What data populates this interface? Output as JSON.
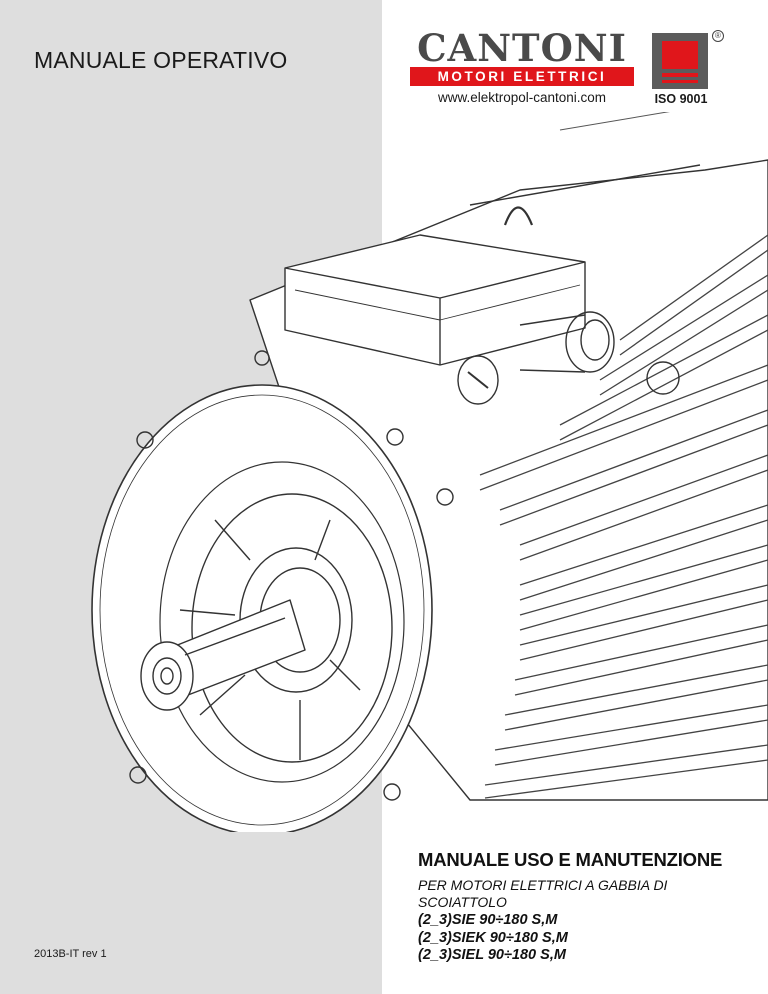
{
  "header": {
    "manual_label": "MANUALE OPERATIVO"
  },
  "brand": {
    "wordmark": "CANTONI",
    "tagline": "MOTORI ELETTRICI",
    "website": "www.elektropol-cantoni.com",
    "registered_mark": "®",
    "certification": "ISO 9001",
    "colors": {
      "accent": "#e0161b",
      "dark": "#5c5c5c"
    }
  },
  "cover": {
    "title": "MANUALE USO E MANUTENZIONE",
    "subtitle": "PER MOTORI ELETTRICI A GABBIA DI SCOIATTOLO",
    "models": [
      "(2_3)SIE 90÷180 S,M",
      "(2_3)SIEK 90÷180 S,M",
      "(2_3)SIEL 90÷180 S,M"
    ],
    "revision": "2013B-IT rev 1"
  }
}
